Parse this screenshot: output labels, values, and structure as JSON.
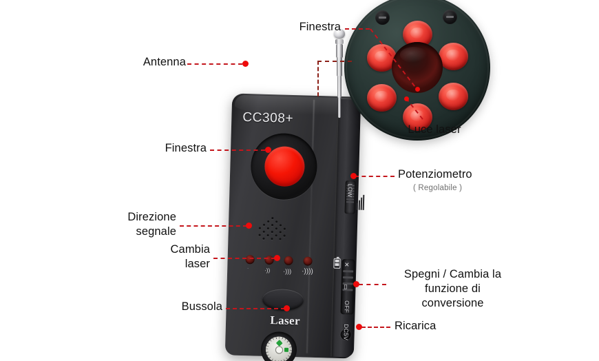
{
  "page": {
    "background": "#ffffff",
    "accent_red": "#ee0b0b",
    "leader_red": "#c4161c",
    "leader_dark_red": "#8c2018",
    "label_color": "#111111",
    "sub_label_color": "#6f6f6f"
  },
  "device": {
    "brand": "CC308+",
    "laser_wordmark": "Laser",
    "side_markings": {
      "off": "OFF",
      "power_in": "DC5V",
      "low": "LOW"
    }
  },
  "callouts": [
    {
      "id": "antenna",
      "text": "Antenna",
      "align": "right"
    },
    {
      "id": "finestra-front",
      "text": "Finestra",
      "align": "right"
    },
    {
      "id": "direzione",
      "text": "Direzione\nsegnale",
      "align": "right"
    },
    {
      "id": "cambia-laser",
      "text": "Cambia\nlaser",
      "align": "right"
    },
    {
      "id": "bussola",
      "text": "Bussola",
      "align": "right"
    },
    {
      "id": "finestra-inset",
      "text": "Finestra",
      "align": "right"
    },
    {
      "id": "luce-laser",
      "text": "Luce laser",
      "align": "center"
    },
    {
      "id": "potenziometro",
      "text": "Potenziometro",
      "align": "left",
      "sub": "( Regolabile )"
    },
    {
      "id": "spegni",
      "text": "Spegni / Cambia la\nfunzione di\nconversione",
      "align": "center"
    },
    {
      "id": "ricarica",
      "text": "Ricarica",
      "align": "left"
    }
  ],
  "inset": {
    "name": "sensor-head-detail",
    "led_count": 6,
    "screw_count": 2,
    "disc_color": "#2d3c39",
    "led_color": "#f2453a",
    "center_lens_color": "#5a1512"
  },
  "indicators": {
    "led_count": 4,
    "wave_icons": [
      "˙",
      "·))",
      "·)))",
      "·))))"
    ],
    "battery_icon": "battery-icon"
  }
}
